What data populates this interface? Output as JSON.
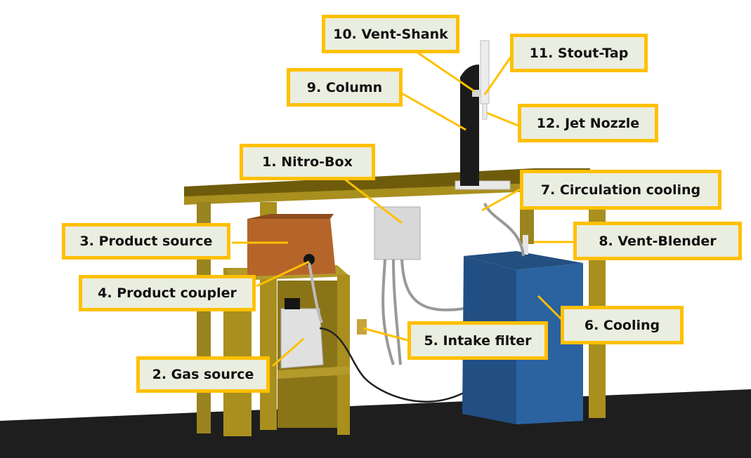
{
  "diagram": {
    "title": "Nitro coffee dispensing system components",
    "colors": {
      "label_border": "#ffc000",
      "label_fill": "#eaeee0",
      "leader_line": "#ffc000",
      "table_frame": "#a88f1e",
      "table_top": "#6e5c0c",
      "product_box": "#b5652a",
      "cooling_box": "#2b5f98",
      "column": "#1b1b1b",
      "floor": "#1e1e1e"
    },
    "labels": [
      {
        "id": "nitro-box",
        "text": "1. Nitro-Box"
      },
      {
        "id": "gas-source",
        "text": "2. Gas source"
      },
      {
        "id": "product-source",
        "text": "3. Product source"
      },
      {
        "id": "product-coupler",
        "text": "4. Product coupler"
      },
      {
        "id": "intake-filter",
        "text": "5. Intake filter"
      },
      {
        "id": "cooling",
        "text": "6. Cooling"
      },
      {
        "id": "circulation-cooling",
        "text": "7. Circulation cooling"
      },
      {
        "id": "vent-blender",
        "text": "8. Vent-Blender"
      },
      {
        "id": "column",
        "text": "9. Column"
      },
      {
        "id": "vent-shank",
        "text": "10. Vent-Shank"
      },
      {
        "id": "stout-tap",
        "text": "11. Stout-Tap"
      },
      {
        "id": "jet-nozzle",
        "text": "12. Jet Nozzle"
      }
    ]
  }
}
